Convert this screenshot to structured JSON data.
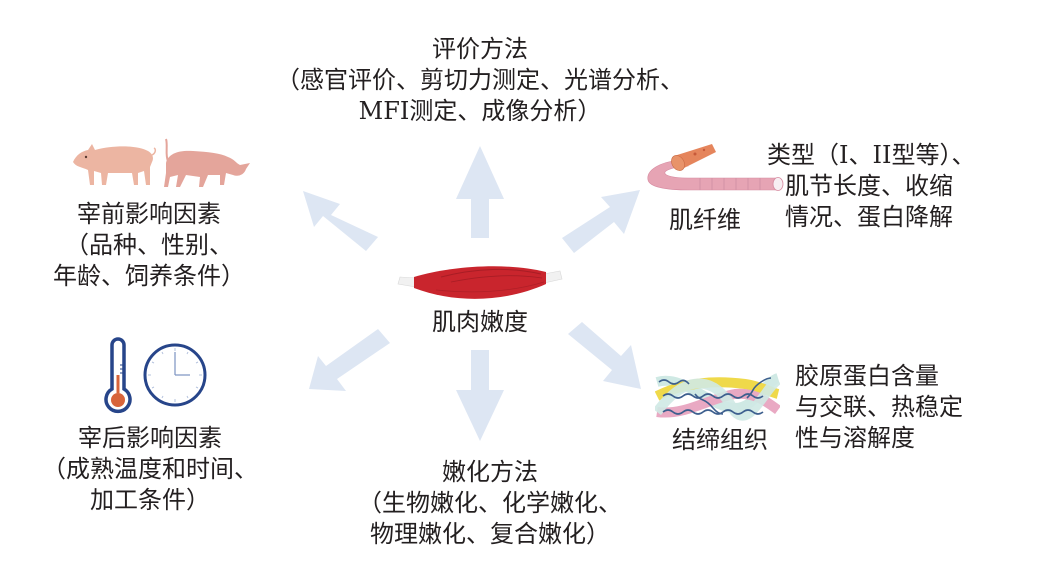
{
  "center": {
    "label": "肌肉嫩度",
    "icon": "muscle-icon"
  },
  "nodes": {
    "evaluation": {
      "title": "评价方法",
      "lines": [
        "（感官评价、剪切力测定、光谱分析、",
        "MFI测定、成像分析）"
      ]
    },
    "pre_slaughter": {
      "icon": "pig-and-cattle-icon",
      "title": "宰前影响因素",
      "lines": [
        "（品种、性别、",
        "年龄、饲养条件）"
      ]
    },
    "muscle_fiber": {
      "icon": "muscle-fiber-icon",
      "label": "肌纤维",
      "lines": [
        "类型（I、II型等）、",
        "肌节长度、收缩",
        "情况、蛋白降解"
      ]
    },
    "post_slaughter": {
      "icon": "thermometer-and-clock-icon",
      "title": "宰后影响因素",
      "lines": [
        "（成熟温度和时间、",
        "加工条件）"
      ]
    },
    "tenderization": {
      "title": "嫩化方法",
      "lines": [
        "（生物嫩化、化学嫩化、",
        "物理嫩化、复合嫩化）"
      ]
    },
    "connective_tissue": {
      "icon": "collagen-triple-helix-icon",
      "label": "结缔组织",
      "lines": [
        "胶原蛋白含量",
        "与交联、热稳定",
        "性与溶解度"
      ]
    }
  },
  "colors": {
    "arrow": "#dde6f3",
    "muscle": "#c9252d",
    "tendon": "#f1f1f1",
    "pig": "#ecb5a2",
    "cattle": "#e4a59b",
    "thermo_outline": "#27458a",
    "thermo_bulb": "#d8643a",
    "clock_outline": "#27458a",
    "fiber_pink": "#e6a4b4",
    "fiber_orange": "#e5855c",
    "helix_yellow": "#efd94a",
    "helix_pink": "#e9a9c3",
    "helix_mint": "#cfe9e4",
    "helix_wave": "#3d5f8e",
    "text": "#231f20"
  }
}
